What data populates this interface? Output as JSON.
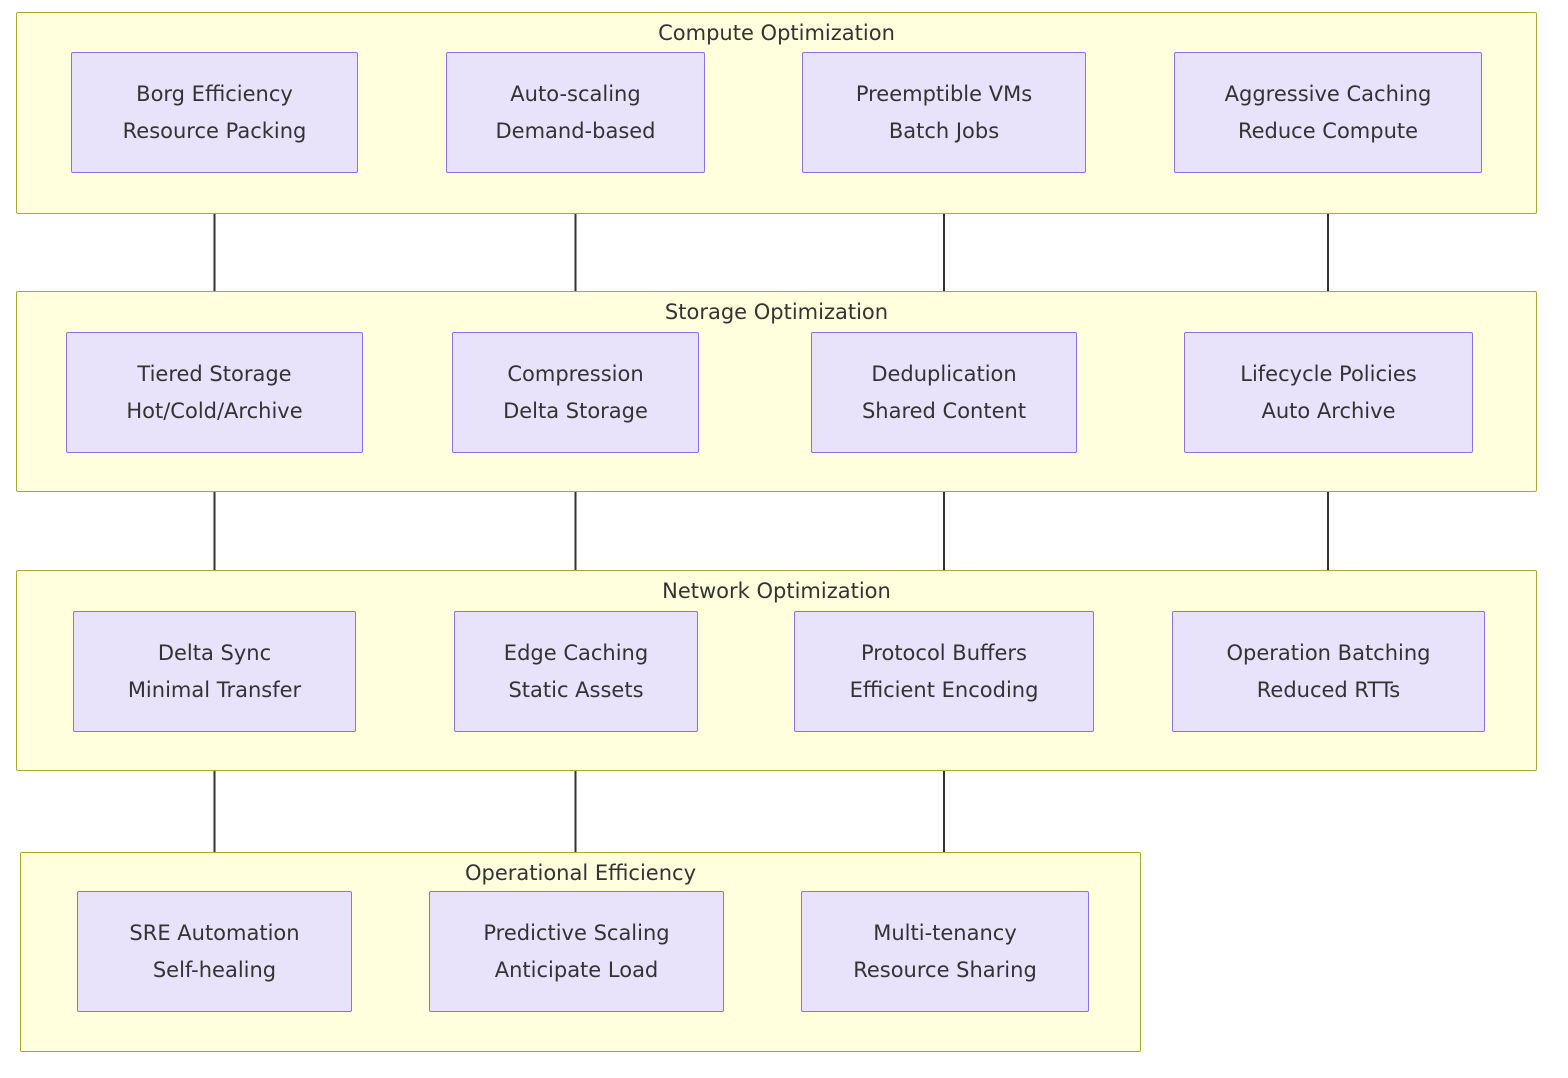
{
  "diagram": {
    "type": "flowchart",
    "direction": "top-down",
    "background": "#ffffff",
    "colors": {
      "cluster_fill": "#ffffde",
      "cluster_stroke": "#aaaa33",
      "node_fill": "#e8e2fb",
      "node_stroke": "#9370db",
      "text": "#333333",
      "edge_stroke": "#333333"
    },
    "clusters": [
      {
        "id": "compute",
        "title": "Compute Optimization",
        "nodes": [
          {
            "id": "borg",
            "line1": "Borg Efficiency",
            "line2": "Resource Packing"
          },
          {
            "id": "autoscale",
            "line1": "Auto-scaling",
            "line2": "Demand-based"
          },
          {
            "id": "preempt",
            "line1": "Preemptible VMs",
            "line2": "Batch Jobs"
          },
          {
            "id": "caching",
            "line1": "Aggressive Caching",
            "line2": "Reduce Compute"
          }
        ]
      },
      {
        "id": "storage",
        "title": "Storage Optimization",
        "nodes": [
          {
            "id": "tiered",
            "line1": "Tiered Storage",
            "line2": "Hot/Cold/Archive"
          },
          {
            "id": "compress",
            "line1": "Compression",
            "line2": "Delta Storage"
          },
          {
            "id": "dedupe",
            "line1": "Deduplication",
            "line2": "Shared Content"
          },
          {
            "id": "lifecycle",
            "line1": "Lifecycle Policies",
            "line2": "Auto Archive"
          }
        ]
      },
      {
        "id": "network",
        "title": "Network Optimization",
        "nodes": [
          {
            "id": "deltasync",
            "line1": "Delta Sync",
            "line2": "Minimal Transfer"
          },
          {
            "id": "edgecache",
            "line1": "Edge Caching",
            "line2": "Static Assets"
          },
          {
            "id": "protobuf",
            "line1": "Protocol Buffers",
            "line2": "Efficient Encoding"
          },
          {
            "id": "batching",
            "line1": "Operation Batching",
            "line2": "Reduced RTTs"
          }
        ]
      },
      {
        "id": "operational",
        "title": "Operational Efficiency",
        "nodes": [
          {
            "id": "sre",
            "line1": "SRE Automation",
            "line2": "Self-healing"
          },
          {
            "id": "predictive",
            "line1": "Predictive Scaling",
            "line2": "Anticipate Load"
          },
          {
            "id": "multitenancy",
            "line1": "Multi-tenancy",
            "line2": "Resource Sharing"
          }
        ]
      }
    ],
    "edges": [
      {
        "from": "borg",
        "to": "tiered"
      },
      {
        "from": "autoscale",
        "to": "compress"
      },
      {
        "from": "preempt",
        "to": "dedupe"
      },
      {
        "from": "caching",
        "to": "lifecycle"
      },
      {
        "from": "tiered",
        "to": "deltasync"
      },
      {
        "from": "compress",
        "to": "edgecache"
      },
      {
        "from": "dedupe",
        "to": "protobuf"
      },
      {
        "from": "lifecycle",
        "to": "batching"
      },
      {
        "from": "deltasync",
        "to": "sre"
      },
      {
        "from": "edgecache",
        "to": "predictive"
      },
      {
        "from": "protobuf",
        "to": "multitenancy"
      }
    ]
  }
}
